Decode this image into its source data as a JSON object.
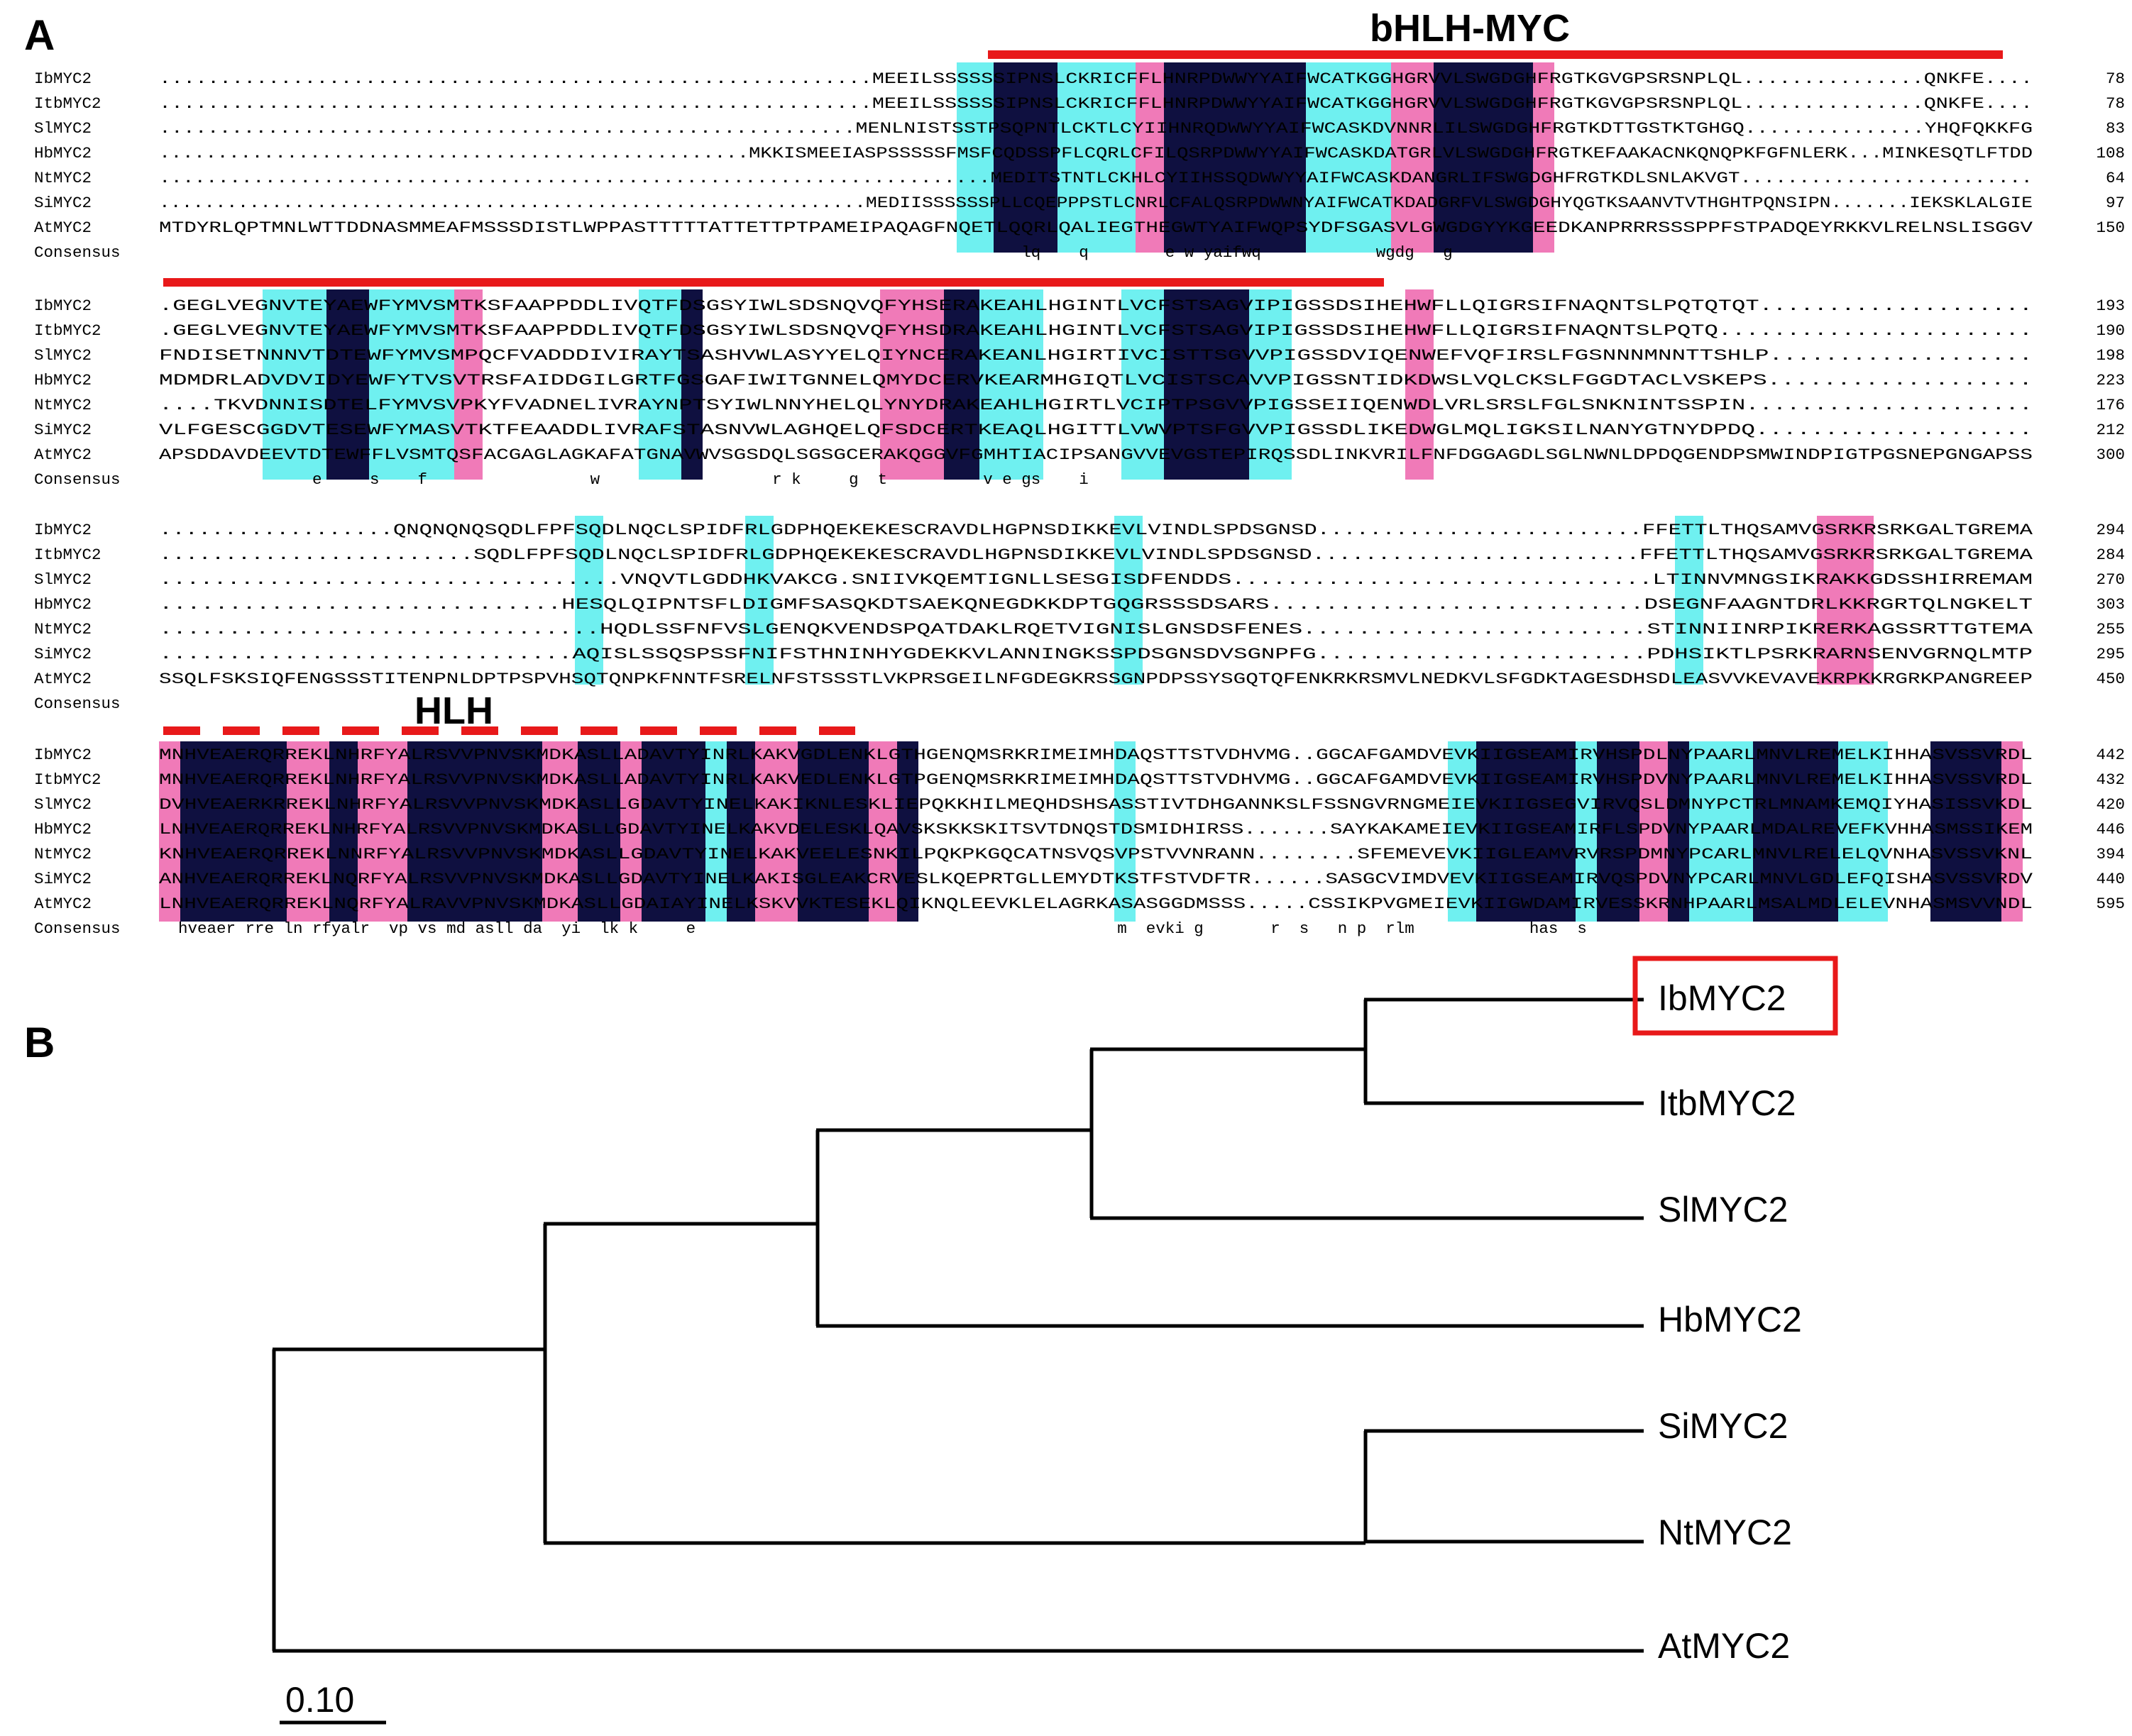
{
  "panel_a": {
    "letter": "A",
    "domains": [
      {
        "label": "bHLH-MYC"
      },
      {
        "label": "HLH"
      }
    ],
    "consensus_label": "Consensus",
    "blocks": [
      {
        "rows": [
          {
            "name": "IbMYC2",
            "seq": "...........................................................MEEILSSSSSSIPNSLCKRICFFLHNRPDWWYYAIFWCATKGGHGRVVLSWGDGHFRGTKGVGPSRSNPLQL...............QNKFE....",
            "num": "78"
          },
          {
            "name": "ItbMYC2",
            "seq": "...........................................................MEEILSSSSSSIPNSLCKRICFFLHNRPDWWYYAIFWCATKGGHGRVVLSWGDGHFRGTKGVGPSRSNPLQL...............QNKFE....",
            "num": "78"
          },
          {
            "name": "SlMYC2",
            "seq": "..........................................................MENLNISTSSTPSQPNTLCKTLCYIIHNRQDWWYYAIFWCASKDVNNRLILSWGDGHFRGTKDTTGSTKTGHGQ...............YHQFQKKFG",
            "num": "83"
          },
          {
            "name": "HbMYC2",
            "seq": "...................................................MKKISMEEIASPSSSSSFMSFCQDSSPFLCQRLCFILQSRPDWWYYAIFWCASKDATGRLVLSWGDGHFRGTKEFAAKACNKQNQPKFGFNLERK...MINKESQTLFTDD",
            "num": "108"
          },
          {
            "name": "NtMYC2",
            "seq": ".......................................................................MEDITSTNTLCKHLCYIIHSSQDWWYYAIFWCASKDANGRLIFSWGDGHFRGTKDLSNLAKVGT.........................",
            "num": "64"
          },
          {
            "name": "SiMYC2",
            "seq": "...............................................................MEDIISSSSSSPLLCQEPPPSTLCNRLCFALQSRPDWWNYAIFWCATKDADGRFVLSWGDGHYQGTKSAANVTVTHGHTPQNSIPN.......IEKSKLALGIE",
            "num": "97"
          },
          {
            "name": "AtMYC2",
            "seq": "MTDYRLQPTMNLWTTDDNASMMEAFMSSSDISTLWPPASTTTTTATTETTPTPAMEIPAQAGFNQETLQQRLQALIEGTHEGWTYAIFWQPSYDFSGASVLGWGDGYYKGEEDKANPRRRSSSPPFSTPADQEYRKKVLRELNSLISGGV",
            "num": "150"
          }
        ],
        "consensus": "                                                                                          lq    q        e w yaifwq            wgdg   g"
      },
      {
        "rows": [
          {
            "name": "IbMYC2",
            "seq": ".GEGLVEGNVTEYAEWFYMVSMTKSFAAPPDDLIVQTFDSGSYIWLSDSNQVQFYHSERAKEAHLHGINTLVCFSTSAGVIPIGSSDSIHEHWFLLQIGRSIFNAQNTSLPQTQTQT....................",
            "num": "193"
          },
          {
            "name": "ItbMYC2",
            "seq": ".GEGLVEGNVTEYAEWFYMVSMTKSFAAPPDDLIVQTFDSGSYIWLSDSNQVQFYHSDRAKEAHLHGINTLVCFSTSAGVIPIGSSDSIHEHWFLLQIGRSIFNAQNTSLPQTQ.......................",
            "num": "190"
          },
          {
            "name": "SlMYC2",
            "seq": "FNDISETNNNVTDTEWFYMVSMPQCFVADDDIVIRAYTSASHVWLASYYELQIYNCERAKEANLHGIRTIVCISTTSGVVPIGSSDVIQENWEFVQFIRSLFGSNNNMNNTTSHLP...................",
            "num": "198"
          },
          {
            "name": "HbMYC2",
            "seq": "MDMDRLADVDVIDYEWFYTVSVTRSFAIDDGILGRTFGSGAFIWITGNNELQMYDCERVKEARMHGIQTLVCISTSCAVVPIGSSNTIDKDWSLVQLCKSLFGGDTACLVSKEPS...................",
            "num": "223"
          },
          {
            "name": "NtMYC2",
            "seq": "....TKVDNNISDTELFYMVSVPKYFVADNELIVRAYNPTSYIWLNNYHELQLYNYDRAKEAHLHGIRTLVCIPTPSGVVPIGSSEIIQENWDLVRLSRSLFGLSNKNINTSSPIN.....................",
            "num": "176"
          },
          {
            "name": "SiMYC2",
            "seq": "VLFGESCGGDVTESEWFYMASVTKTFEAADDLIVRAFSTASNVWLAGHQELQFSDCERTKEAQLHGITTLVWVPTSFGVVPIGSSDLIKEDWGLMQLIGKSILNANYGTNYDPDQ....................",
            "num": "212"
          },
          {
            "name": "AtMYC2",
            "seq": "APSDDAVDEEVTDTEWFFLVSMTQSFACGAGLAGKAFATGNAVWVSGSDQLSGSGCERAKQGGVFGMHTIACIPSANGVVEVGSTEPIRQSSDLINKVRILFNFDGGAGDLSGLNWNLDPDQGENDPSMWINDPIGTPGSNEPGNGAPSS",
            "num": "300"
          }
        ],
        "consensus": "                e     s    f                 w                  r k     g  t          v e gs    i"
      },
      {
        "rows": [
          {
            "name": "IbMYC2",
            "seq": "..................QNQNQNQSQDLFPFSQDLNQCLSPIDFRLGDPHQEKEKESCRAVDLHGPNSDIKKEVLVINDLSPDSGNSD.........................FFETTLTHQSAMVGSRKRSRKGALTGREMA",
            "num": "294"
          },
          {
            "name": "ItbMYC2",
            "seq": "........................SQDLFPFSQDLNQCLSPIDFRLGDPHQEKEKESCRAVDLHGPNSDIKKEVLVINDLSPDSGNSD.........................FFETTLTHQSAMVGSRKRSRKGALTGREMA",
            "num": "284"
          },
          {
            "name": "SlMYC2",
            "seq": "..................................VNQVTLGDDHKVAKCG.SNIIVKQEMTIGNLLSESGISDFENDDS...............................LTINNVMNGSIKRAKKGDSSHIRREMAM",
            "num": "270"
          },
          {
            "name": "HbMYC2",
            "seq": ".............................HESQLQIPNTSFLDIGMFSASQKDTSAEKQNEGDKKDPTGQGRSSSDSARS...........................DSEGNFAAGNTDRLKKRGRTQLNGKELT",
            "num": "303"
          },
          {
            "name": "NtMYC2",
            "seq": "................................HQDLSSFNFVSLGENQKVENDSPQATDAKLRQETVIGNISLGNSDSFENES.........................STINNIINRPIKRERKAGSSRTTGTEMA",
            "num": "255"
          },
          {
            "name": "SiMYC2",
            "seq": "..............................AQISLSSQSPSSFNIFSTHNINHYGDEKKVLANNINGKSSPDSGNSDVSGNPFG........................PDHSIKTLPSRKRARNSENVGRNQLMTP",
            "num": "295"
          },
          {
            "name": "AtMYC2",
            "seq": "SSQLFSKSIQFENGSSSTITENPNLDPTPSPVHSQTQNPKFNNTFSRELNFSTSSSTLVKPRSGEILNFGDEGKRSSGNPDPSSYSGQTQFENKRKRSMVLNEDKVLSFGDKTAGESDHSDLEASVVKEVAVEKRPKKRGRKPANGREEP",
            "num": "450"
          }
        ],
        "consensus": ""
      },
      {
        "rows": [
          {
            "name": "IbMYC2",
            "seq": "MNHVEAERQRREKLNHRFYALRSVVPNVSKMDKASLLADAVTYINRLKAKVGDLENKLGTHGENQMSRKRIMEIMHDAQSTTSTVDHVMG..GGCAFGAMDVEVKIIGSEAMIRVHSPDLNYPAARLMNVLREMELKIHHASVSSVRDL",
            "num": "442"
          },
          {
            "name": "ItbMYC2",
            "seq": "MNHVEAERQRREKLNHRFYALRSVVPNVSKMDKASLLADAVTYINRLKAKVEDLENKLGTPGENQMSRKRIMEIMHDAQSTTSTVDHVMG..GGCAFGAMDVEVKIIGSEAMIRVHSPDVNYPAARLMNVLREMELKIHHASVSSVRDL",
            "num": "432"
          },
          {
            "name": "SlMYC2",
            "seq": "DVHVEAERKRREKLNHRFYALRSVVPNVSKMDKASLLGDAVTYINELKAKIKNLESKLIEPQKKHILMEQHDSHSASSTIVTDHGANNKSLFSSNGVRNGMEIEVKIIGSEGVIRVQSLDMNYPCTRLMNAMKEMQIYHASISSVKDL",
            "num": "420"
          },
          {
            "name": "HbMYC2",
            "seq": "LNHVEAERQRREKLNHRFYALRSVVPNVSKMDKASLLGDAVTYINELKAKVDELESKLQAVSKSKKSKITSVTDNQSTDSMIDHIRSS.......SAYKAKAMEIEVKIIGSEAMIRFLSPDVNYPAARLMDALREVEFKVHHASMSSIKEM",
            "num": "446"
          },
          {
            "name": "NtMYC2",
            "seq": "KNHVEAERQRREKLNNRFYALRSVVPNVSKMDKASLLGDAVTYINELKAKVEELESNKILPQKPKGQCATNSVQSVPSTVVNRANN........SFEMEVEVKIIGLEAMVRVRSPDMNYPCARLMNVLRELELQVNHASVSSVKNL",
            "num": "394"
          },
          {
            "name": "SiMYC2",
            "seq": "ANHVEAERQRREKLNQRFYALRSVVPNVSKMDKASLLGDAVTYINELKAKISGLEAKCRVESLKQEPRTGLLEMYDTKSTFSTVDFTR......SASGCVIMDVEVKIIGSEAMIRVQSPDVNYPCARLMNVLGDLEFQISHASVSSVRDV",
            "num": "440"
          },
          {
            "name": "AtMYC2",
            "seq": "LNHVEAERQRREKLNQRFYALRAVVPNVSKMDKASLLGDAIAYINELKSKVVKTESEKLQIKNQLEEVKLELAGRKASASGGDMSSS.....CSSIKPVGMEIEVKIIGWDAMIRVESSKRNHPAARLMSALMDLELEVNHASMSVVNDL",
            "num": "595"
          }
        ],
        "consensus": "  hveaer rre ln rfyalr  vp vs md asll da  yi  lk k     e                                            m  evki g       r  s   n p  rlm            has  s"
      }
    ]
  },
  "panel_b": {
    "letter": "B",
    "taxa": [
      "IbMYC2",
      "ItbMYC2",
      "SlMYC2",
      "HbMYC2",
      "SiMYC2",
      "NtMYC2",
      "AtMYC2"
    ],
    "highlighted_taxon": "IbMYC2",
    "highlight_color": "#e8191a",
    "scale_bar_label": "0.10",
    "scale_bar_value": 0.1
  },
  "colors": {
    "identical": "#0f1040",
    "high_similarity": "#f07ab8",
    "low_similarity": "#6ff0f0",
    "domain_bar": "#e8191a"
  }
}
